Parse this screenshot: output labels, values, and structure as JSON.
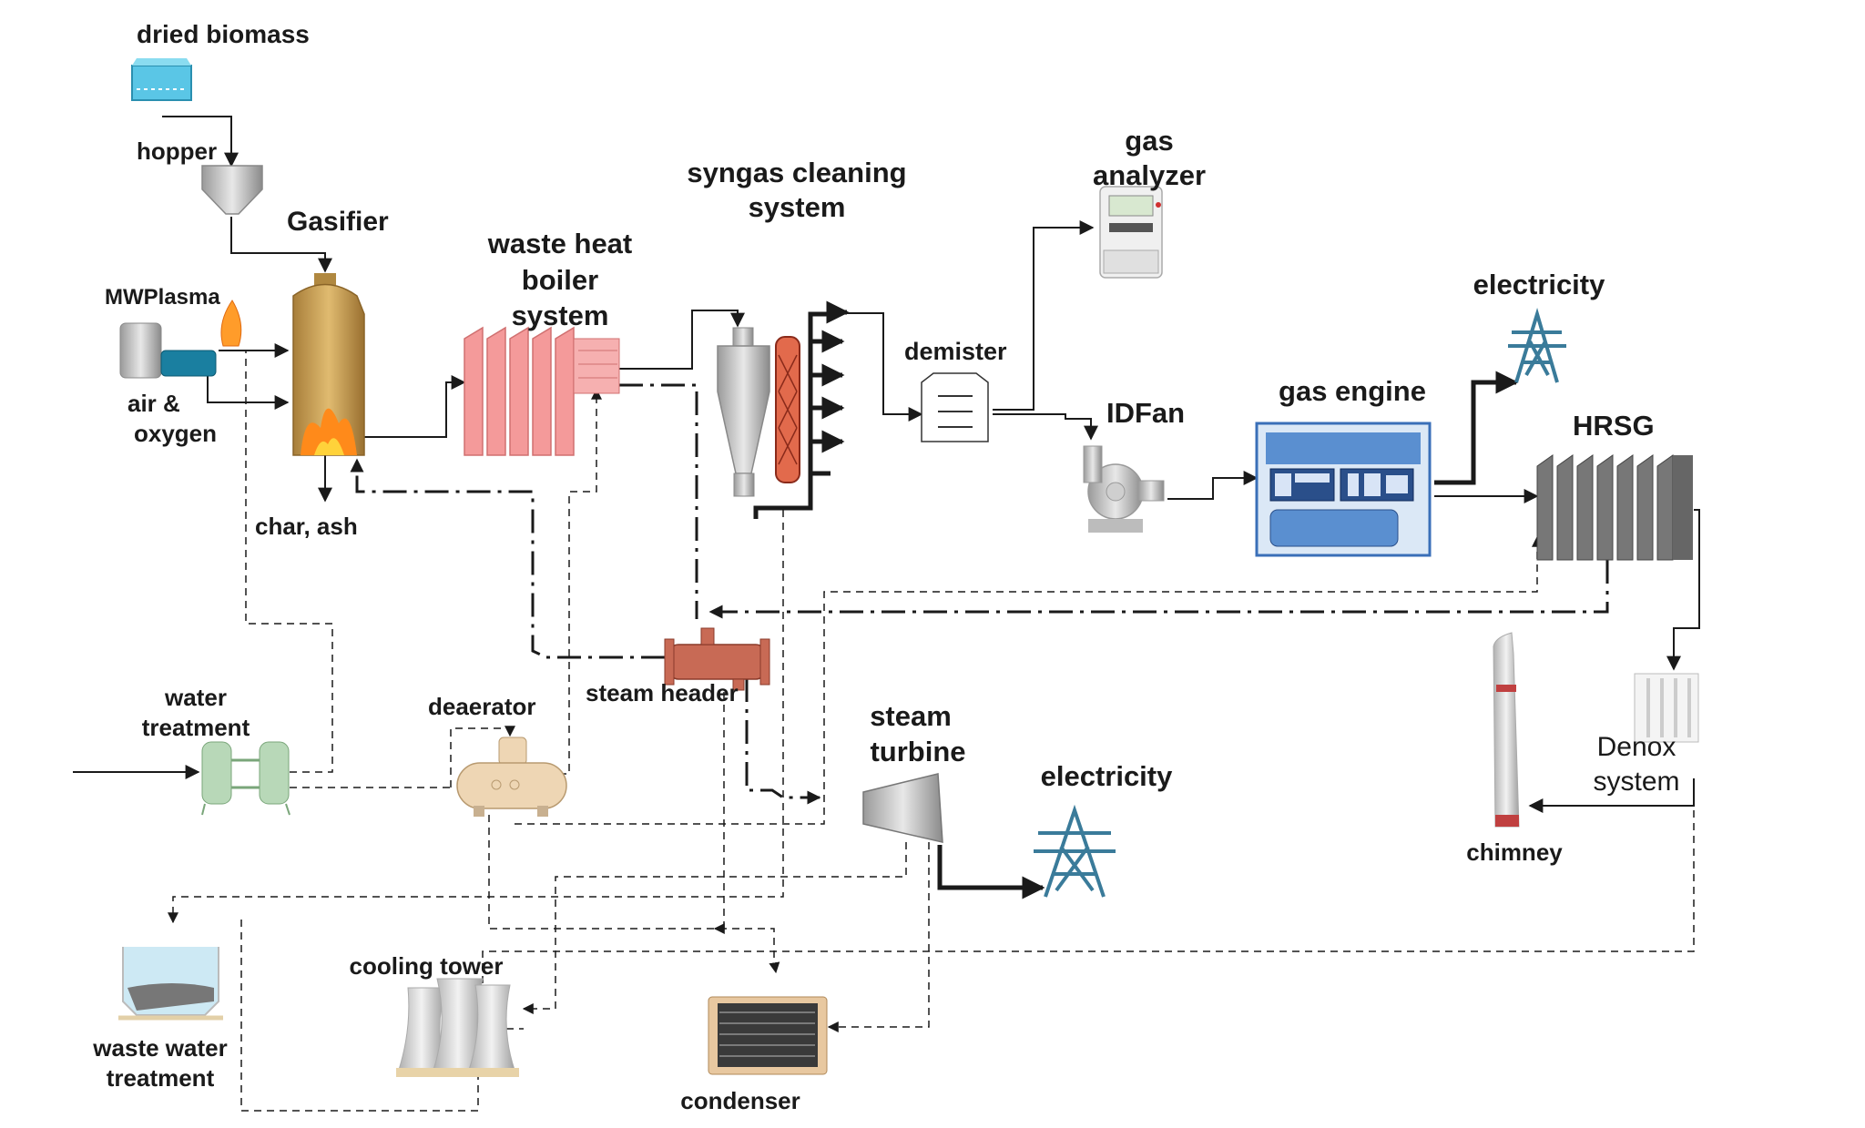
{
  "labels": {
    "dried_biomass": "dried biomass",
    "hopper": "hopper",
    "gasifier": "Gasifier",
    "mwplasma": "MWPlasma",
    "air_oxygen_1": "air &",
    "air_oxygen_2": "oxygen",
    "char_ash": "char, ash",
    "whb_1": "waste heat",
    "whb_2": "boiler",
    "whb_3": "system",
    "syngas_1": "syngas cleaning",
    "syngas_2": "system",
    "gas_analyzer_1": "gas",
    "gas_analyzer_2": "analyzer",
    "demister": "demister",
    "idfan": "IDFan",
    "gas_engine": "gas engine",
    "electricity_top": "electricity",
    "hrsg": "HRSG",
    "water_treatment_1": "water",
    "water_treatment_2": "treatment",
    "deaerator": "deaerator",
    "steam_header": "steam header",
    "steam_turbine_1": "steam",
    "steam_turbine_2": "turbine",
    "electricity_bottom": "electricity",
    "denox_1": "Denox",
    "denox_2": "system",
    "chimney": "chimney",
    "cooling_tower": "cooling tower",
    "wwt_1": "waste water",
    "wwt_2": "treatment",
    "condenser": "condenser"
  },
  "colors": {
    "line": "#1a1a1a",
    "gasifier": "#c9a25a",
    "boiler": "#f4a0a0",
    "scrubber": "#e07050",
    "steam_header": "#c86a55",
    "engine_blue": "#3a6fb8",
    "hrsg": "#707070",
    "pylon": "#3a7b9a",
    "chimney_band": "#c04040",
    "water_blue": "#c6e6f2",
    "condenser": "#3a3a3a",
    "cooling_tower": "#d6d6d6",
    "deaerator": "#eed6b4",
    "water_treatment": "#b6d6b6"
  },
  "icons": [
    "hopper-feeder-icon",
    "hopper-icon",
    "gasifier-icon",
    "flame-icon",
    "plasma-torch-icon",
    "boiler-icon",
    "cyclone-icon",
    "scrubber-icon",
    "gas-analyzer-icon",
    "demister-icon",
    "id-fan-icon",
    "gas-engine-icon",
    "pylon-icon",
    "hrsg-icon",
    "water-treatment-icon",
    "deaerator-icon",
    "steam-header-icon",
    "steam-turbine-icon",
    "chimney-icon",
    "denox-icon",
    "cooling-tower-icon",
    "waste-water-tank-icon",
    "condenser-icon"
  ]
}
